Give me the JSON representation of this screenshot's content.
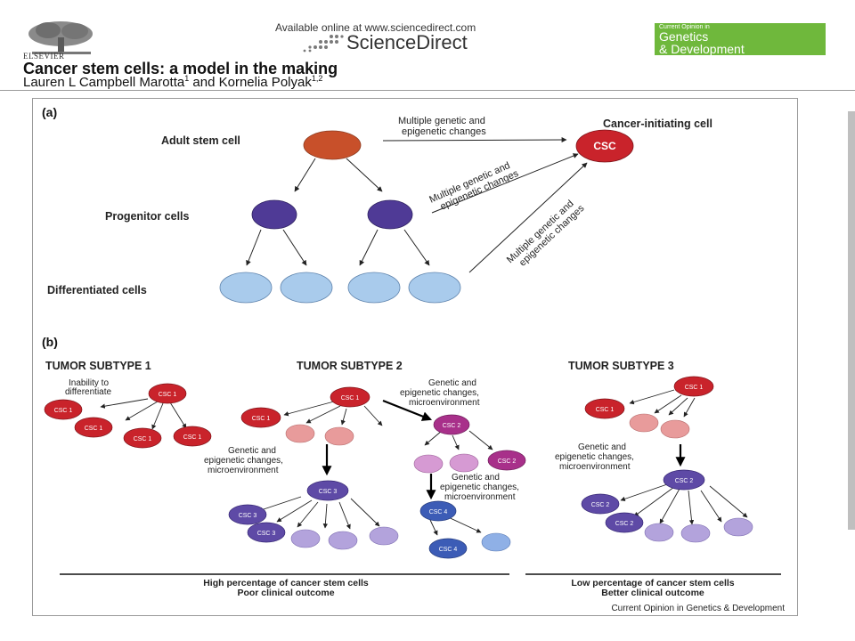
{
  "header": {
    "publisher_label": "ELSEVIER",
    "available_online": "Available online at www.sciencedirect.com",
    "sciencedirect": "ScienceDirect",
    "journal_small": "Current Opinion in",
    "journal_line1": "Genetics",
    "journal_line2": "& Development",
    "journal_color": "#6fb83c",
    "title": "Cancer stem cells: a model in the making",
    "authors": {
      "author1": "Lauren L Campbell Marotta",
      "author1_sup": "1",
      "conjunction": " and ",
      "author2": "Kornelia Polyak",
      "author2_sup": "1,2"
    }
  },
  "figure": {
    "panel_a": {
      "label": "(a)",
      "adult_stem_cell": "Adult stem cell",
      "progenitor_cells": "Progenitor cells",
      "differentiated_cells": "Differentiated cells",
      "cancer_initiating_cell": "Cancer-initiating cell",
      "csc": "CSC",
      "changes_1": "Multiple genetic and",
      "changes_2": "epigenetic changes"
    },
    "panel_b": {
      "label": "(b)",
      "subtype1": "TUMOR SUBTYPE 1",
      "subtype2": "TUMOR SUBTYPE 2",
      "subtype3": "TUMOR SUBTYPE 3",
      "inability_1": "Inability to",
      "inability_2": "differentiate",
      "gec_1": "Genetic and",
      "gec_2": "epigenetic changes,",
      "gec_3": "microenvironment",
      "csc1": "CSC 1",
      "csc2": "CSC 2",
      "csc3": "CSC 3",
      "csc4": "CSC 4",
      "high_pct": "High percentage of cancer stem cells",
      "poor_outcome": "Poor clinical outcome",
      "low_pct": "Low percentage of cancer stem cells",
      "better_outcome": "Better clinical outcome",
      "credit": "Current Opinion in Genetics & Development"
    },
    "colors": {
      "adult_stem": "#c8502a",
      "progenitor": "#4f3a96",
      "differentiated": "#a9cbec",
      "csc_red": "#c9232b",
      "pink": "#e89b9b",
      "magenta": "#a8308a",
      "light_magenta": "#d69ad3",
      "purple": "#5e4aa6",
      "light_purple": "#b3a3dc",
      "blue": "#3c5cb6",
      "light_blue": "#8fb0e6"
    }
  }
}
